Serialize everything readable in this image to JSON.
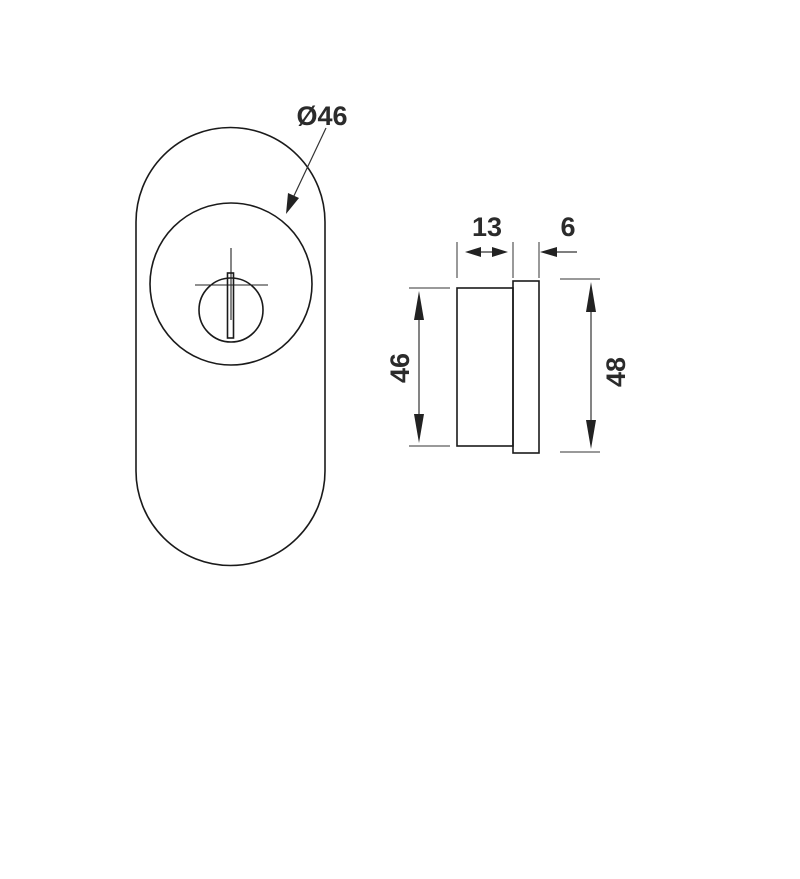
{
  "drawing": {
    "title": "Cylinder escutcheon technical drawing",
    "colors": {
      "line": "#1a1a1a",
      "dimension_text": "#2b2b2b",
      "background": "#ffffff"
    },
    "front_view": {
      "diameter_label": "Ø46"
    },
    "side_view": {
      "depth_body_label": "13",
      "flange_thickness_label": "6",
      "body_height_label": "46",
      "flange_height_label": "48"
    }
  }
}
